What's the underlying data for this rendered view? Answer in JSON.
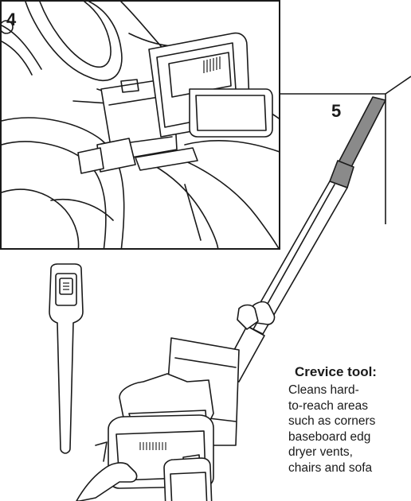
{
  "steps": {
    "step4": "4",
    "step5": "5"
  },
  "caption": {
    "title": "Crevice tool:",
    "lines": [
      "Cleans hard-",
      "to-reach areas",
      "such as corners",
      "baseboard edg",
      "dryer vents,",
      "chairs and sofa"
    ]
  },
  "colors": {
    "line": "#1a1a1a",
    "tool_grey": "#8a8a8a"
  }
}
